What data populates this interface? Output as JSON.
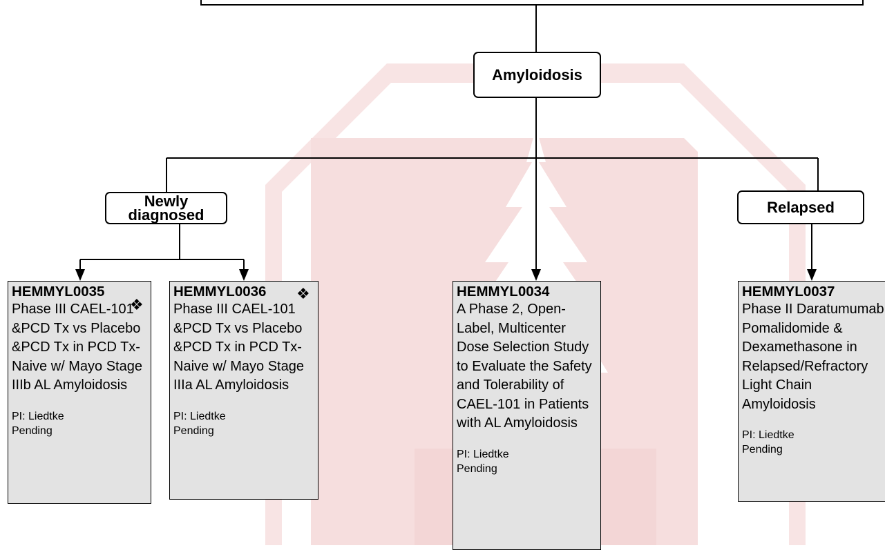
{
  "nodes": {
    "root": "Amyloidosis",
    "newly": [
      "Newly",
      "diagnosed"
    ],
    "relapsed": "Relapsed"
  },
  "trials": [
    {
      "id": "HEMMYL0035",
      "title": "Phase III CAEL-101 &PCD Tx vs Placebo &PCD Tx in PCD Tx-Naive w/ Mayo Stage IIIb AL Amyloidosis",
      "pi": "PI: Liedtke",
      "status": "Pending",
      "marker": "❖"
    },
    {
      "id": "HEMMYL0036",
      "title": "Phase III CAEL-101 &PCD Tx vs Placebo &PCD Tx in PCD Tx-Naive w/ Mayo Stage IIIa AL Amyloidosis",
      "pi": "PI: Liedtke",
      "status": "Pending",
      "marker": "❖"
    },
    {
      "id": "HEMMYL0034",
      "title": "A Phase 2, Open-Label, Multicenter Dose Selection Study to Evaluate the Safety and Tolerability of CAEL-101 in Patients with AL Amyloidosis",
      "pi": "PI: Liedtke",
      "status": "Pending",
      "marker": ""
    },
    {
      "id": "HEMMYL0037",
      "title": "Phase II Daratumumab Pomalidomide & Dexamethasone in Relapsed/Refractory Light Chain Amyloidosis",
      "pi": "PI: Liedtke",
      "status": "Pending",
      "marker": ""
    }
  ],
  "colors": {
    "watermark": "#f8e4e4",
    "trial_fill": "#e3e3e3",
    "line": "#000000"
  },
  "icons": {
    "trial_marker": "diamond-cluster-icon",
    "watermark": "tree-logo-watermark"
  }
}
